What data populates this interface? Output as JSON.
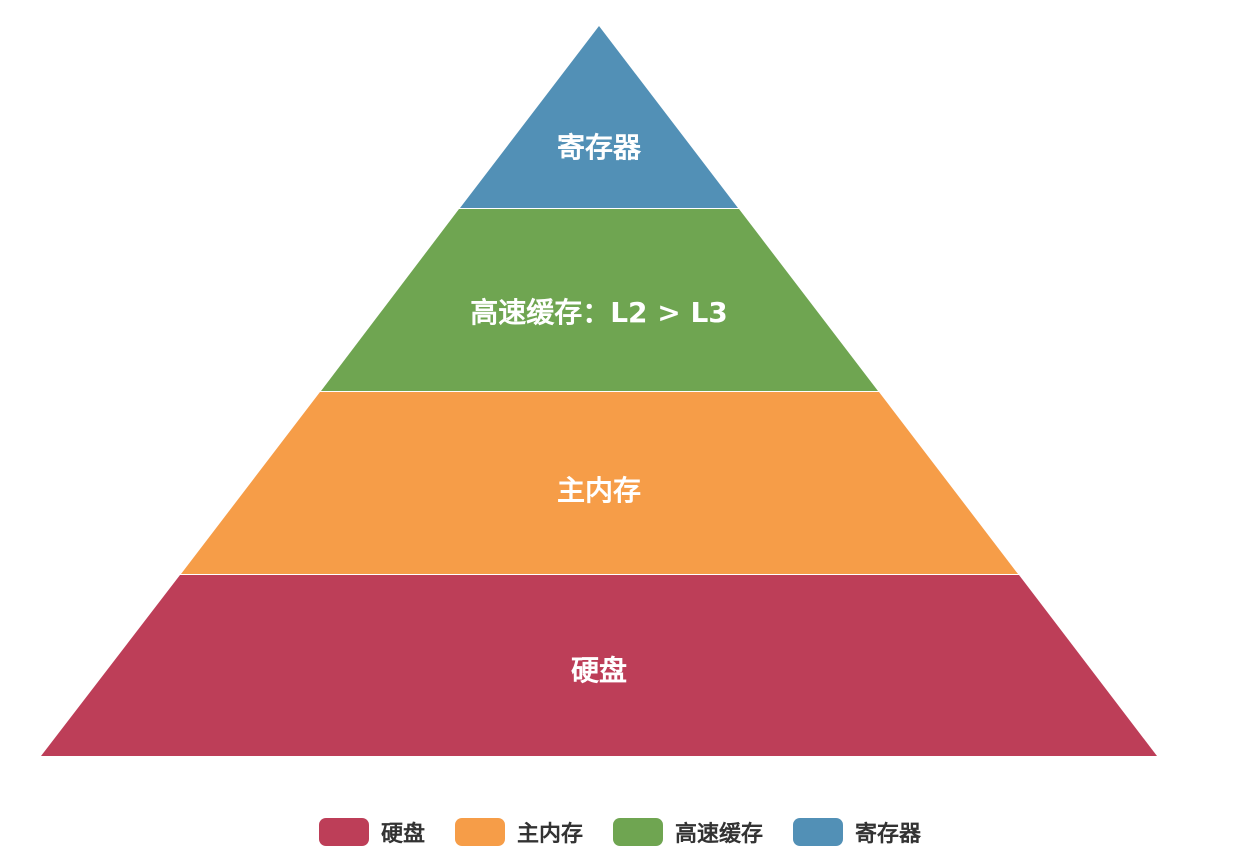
{
  "diagram": {
    "type": "pyramid",
    "tiers_top_to_bottom": [
      {
        "key": "register",
        "label": "寄存器",
        "color": "#5290b6"
      },
      {
        "key": "cache",
        "label": "高速缓存：L2 > L3",
        "color": "#6fa551"
      },
      {
        "key": "main_memory",
        "label": "主内存",
        "color": "#f69d48"
      },
      {
        "key": "disk",
        "label": "硬盘",
        "color": "#bd3e58"
      }
    ]
  },
  "legend": {
    "items": [
      {
        "label": "硬盘",
        "color": "#bd3e58"
      },
      {
        "label": "主内存",
        "color": "#f69d48"
      },
      {
        "label": "高速缓存",
        "color": "#6fa551"
      },
      {
        "label": "寄存器",
        "color": "#5290b6"
      }
    ]
  }
}
